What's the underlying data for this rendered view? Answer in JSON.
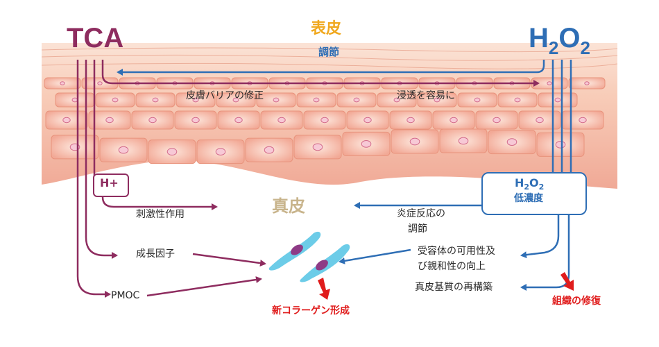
{
  "labels": {
    "tca": "TCA",
    "h2o2_top": {
      "h": "H",
      "sub1": "2",
      "o": "O",
      "sub2": "2"
    },
    "epidermis": "表皮",
    "regulate": "調節",
    "barrier": "皮膚バリアの修正",
    "penetration": "浸透を容易に",
    "hplus": "H+",
    "h2o2_low": {
      "h": "H",
      "sub1": "2",
      "o": "O",
      "sub2": "2",
      "conc": "低濃度"
    },
    "irritation": "刺激性作用",
    "dermis": "真皮",
    "inflammation_line1": "炎症反応の",
    "inflammation_line2": "調節",
    "growth_factor": "成長因子",
    "receptor_line1": "受容体の可用性及",
    "receptor_line2": "び親和性の向上",
    "pmoc": "PMOC",
    "matrix": "真皮基質の再構築",
    "new_collagen": "新コラーゲン形成",
    "tissue_repair": "組織の修復"
  },
  "colors": {
    "tca_purple": "#8e2c5f",
    "h2o2_blue": "#2e6eb5",
    "epidermis_gold": "#f0a81e",
    "dermis_tan": "#c8b48c",
    "highlight_red": "#e01c1c",
    "skin_pink": "#f4b2a0",
    "fibroblast_cyan": "#5cc6e6",
    "nucleus_purple": "#8e3b86"
  },
  "icons": [
    "fibroblast-cell-icon",
    "fibroblast-cell-icon",
    "red-arrow-icon",
    "red-arrow-icon"
  ]
}
